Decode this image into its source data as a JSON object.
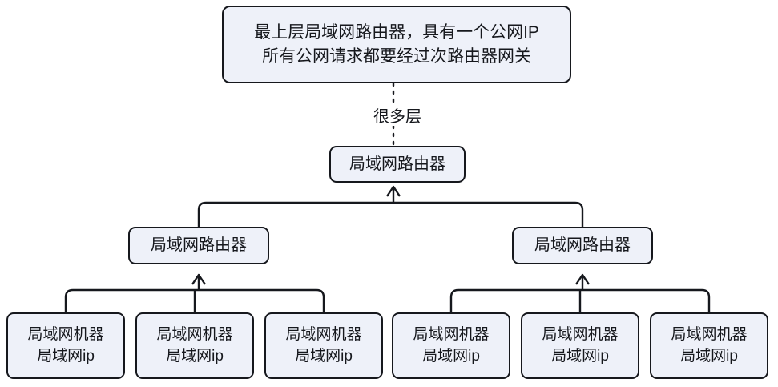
{
  "diagram": {
    "type": "tree-hierarchy",
    "background_color": "#ffffff",
    "node_fill_color": "#eef1f9",
    "node_border_color": "#16181d",
    "connector_color": "#16181d",
    "top_node": {
      "line1": "最上层局域网路由器，具有一个公网IP",
      "line2": "所有公网请求都要经过次路由器网关"
    },
    "ellipsis_label": "很多层",
    "routers": {
      "middle": "局域网路由器",
      "left": "局域网路由器",
      "right": "局域网路由器"
    },
    "leaves": [
      {
        "line1": "局域网机器",
        "line2": "局域网ip"
      },
      {
        "line1": "局域网机器",
        "line2": "局域网ip"
      },
      {
        "line1": "局域网机器",
        "line2": "局域网ip"
      },
      {
        "line1": "局域网机器",
        "line2": "局域网ip"
      },
      {
        "line1": "局域网机器",
        "line2": "局域网ip"
      },
      {
        "line1": "局域网机器",
        "line2": "局域网ip"
      }
    ]
  }
}
